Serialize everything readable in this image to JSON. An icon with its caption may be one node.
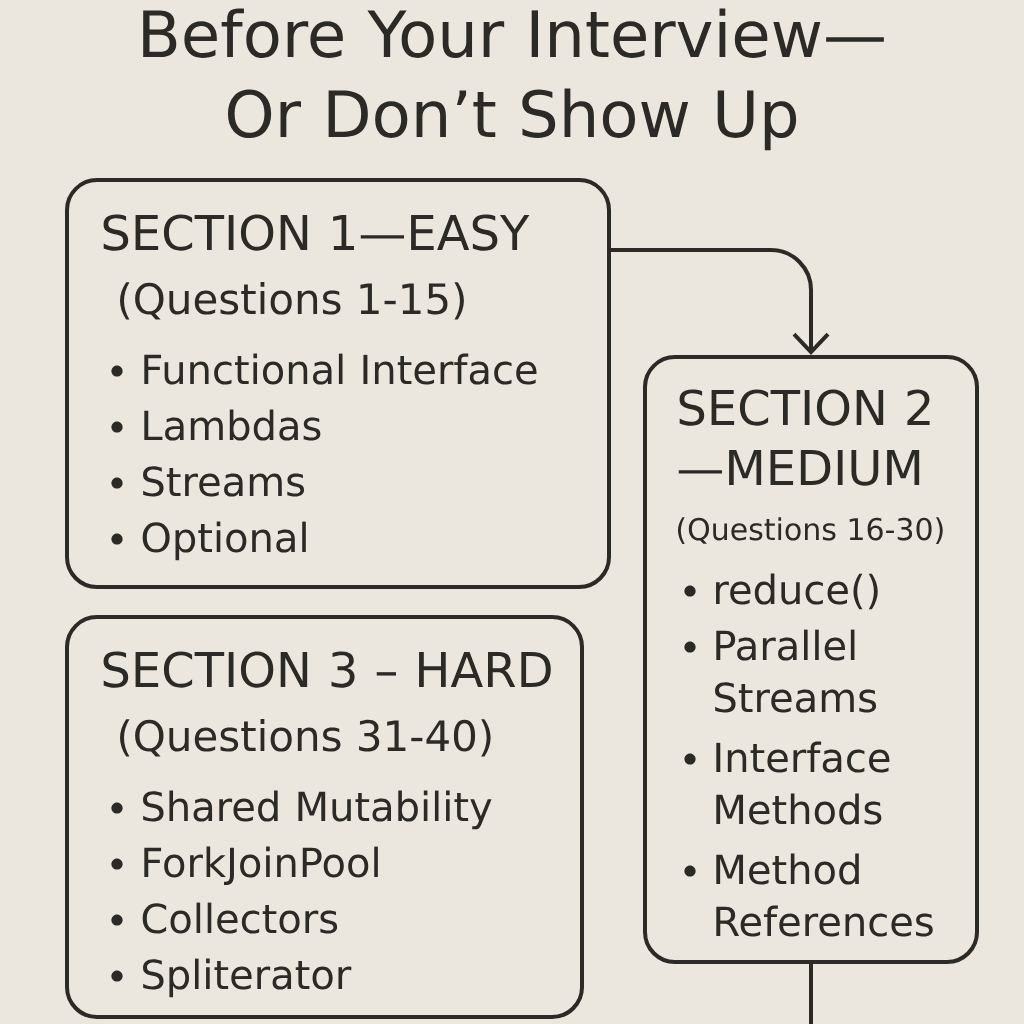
{
  "diagram": {
    "title": "Before Your Interview— Or Don’t Show Up",
    "nodes": [
      {
        "text": [
          "SECTION 1—EASY",
          "(Questions 1-15)",
          "Functional Interface",
          "Lambdas",
          "Streams",
          "Optional"
        ]
      },
      {
        "text": [
          "SECTION 2 —MEDIUM",
          "(Questions 16-30)",
          "reduce()",
          "Parallel Streams",
          "Interface Methods",
          "Method References"
        ]
      },
      {
        "text": [
          "SECTION 3 – HARD",
          "(Questions 31-40)",
          "Shared Mutability",
          "ForkJoinPool",
          "Collectors",
          "Spliterator"
        ]
      }
    ],
    "edges": [
      {
        "from": 0,
        "to": 1,
        "arrow": "to"
      },
      {
        "from": 1,
        "to": null,
        "arrow": "none"
      }
    ]
  }
}
